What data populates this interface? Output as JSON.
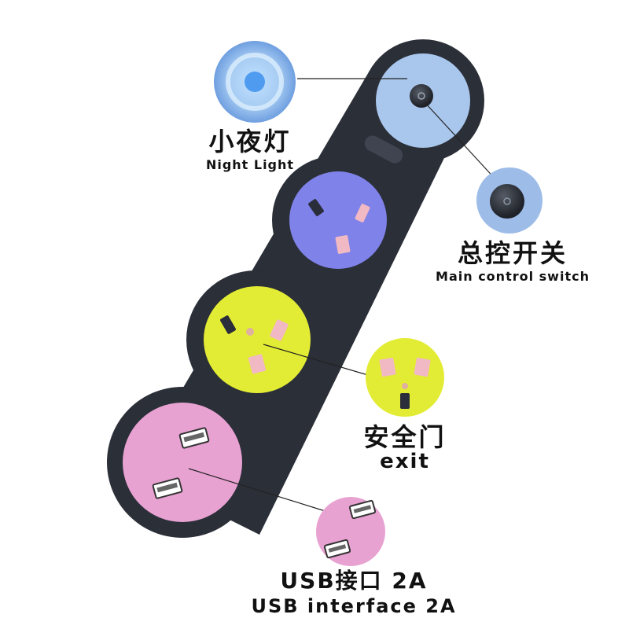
{
  "labels": {
    "night_light": {
      "zh": "小夜灯",
      "en": "Night Light"
    },
    "main_switch": {
      "zh": "总控开关",
      "en": "Main control switch"
    },
    "safety_door": {
      "zh": "安全门",
      "en": "exit"
    },
    "usb": {
      "zh": "USB接口 2A",
      "en": "USB interface 2A"
    }
  },
  "colors": {
    "body": "#2b2f38",
    "night_light_face": "#a9c6ec",
    "socket_purple": "#7f82e8",
    "socket_yellow": "#e3ec34",
    "socket_pink": "#e8a2d2",
    "slot_pink": "#f1b9c4",
    "background": "#ffffff"
  }
}
